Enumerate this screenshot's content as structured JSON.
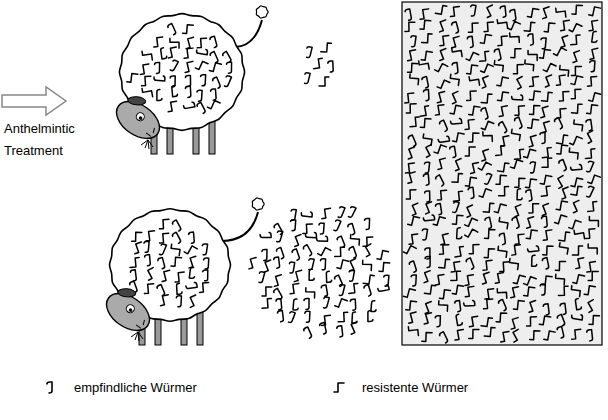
{
  "diagram": {
    "labels": [
      "Anthelmintic Treatment"
    ],
    "legend": [
      {
        "text": "empfindliche Würmer"
      },
      {
        "text": "resistente Würmer"
      }
    ]
  }
}
